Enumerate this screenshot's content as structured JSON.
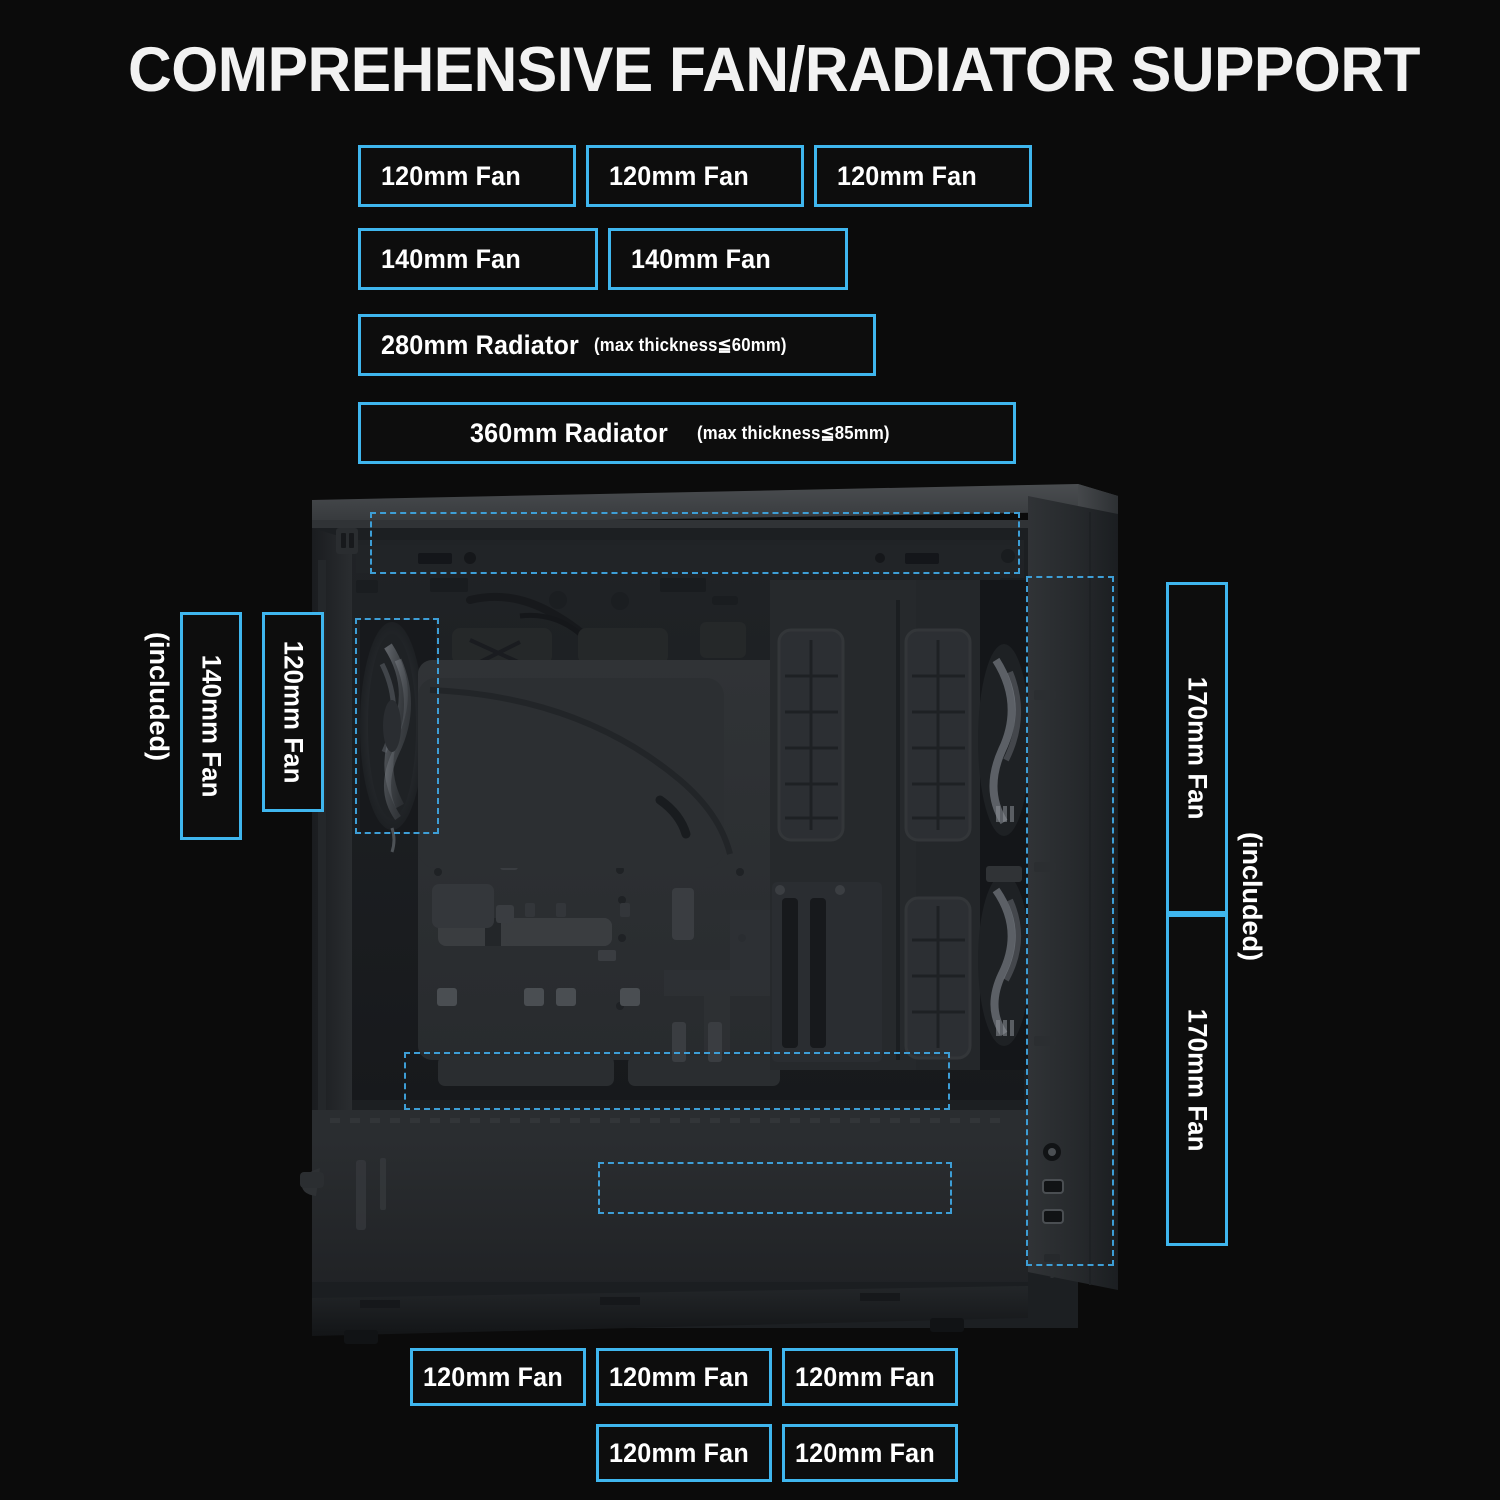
{
  "page": {
    "title": "COMPREHENSIVE FAN/RADIATOR SUPPORT",
    "background_color": "#0b0b0b",
    "accent_color": "#3fb6ee",
    "zone_color": "#3d9ed6",
    "text_color": "#ffffff"
  },
  "top_callouts": {
    "row1": [
      {
        "label": "120mm Fan"
      },
      {
        "label": "120mm Fan"
      },
      {
        "label": "120mm Fan"
      }
    ],
    "row2": [
      {
        "label": "140mm Fan"
      },
      {
        "label": "140mm Fan"
      }
    ],
    "row3": [
      {
        "label": "280mm Radiator",
        "note": "(max thickness≦60mm)"
      }
    ],
    "row4": [
      {
        "label": "360mm Radiator",
        "note": "(max thickness≦85mm)"
      }
    ]
  },
  "left_callouts": {
    "included_note": "(included)",
    "items": [
      {
        "label": "140mm Fan"
      },
      {
        "label": "120mm Fan"
      }
    ]
  },
  "right_callouts": {
    "included_note": "(included)",
    "items": [
      {
        "label": "170mm Fan"
      },
      {
        "label": "170mm Fan"
      }
    ]
  },
  "bottom_callouts": {
    "row1": [
      {
        "label": "120mm Fan"
      },
      {
        "label": "120mm Fan"
      },
      {
        "label": "120mm Fan"
      }
    ],
    "row2": [
      {
        "label": "120mm Fan"
      },
      {
        "label": "120mm Fan"
      }
    ]
  },
  "product_image": {
    "name": "pc-case-side-view",
    "description": "Mid tower PC case, side panel removed, showing motherboard tray, PSU shroud, rear exhaust fan and two front intake fans",
    "mounting_zones": [
      {
        "name": "top-fan-mount-zone"
      },
      {
        "name": "rear-fan-mount-zone"
      },
      {
        "name": "front-fan-mount-zone"
      },
      {
        "name": "psu-shroud-fan-mount-zone"
      },
      {
        "name": "bottom-fan-mount-zone"
      }
    ],
    "front_io": [
      {
        "name": "audio-jack"
      },
      {
        "name": "usb-port"
      },
      {
        "name": "usb-port"
      }
    ]
  }
}
